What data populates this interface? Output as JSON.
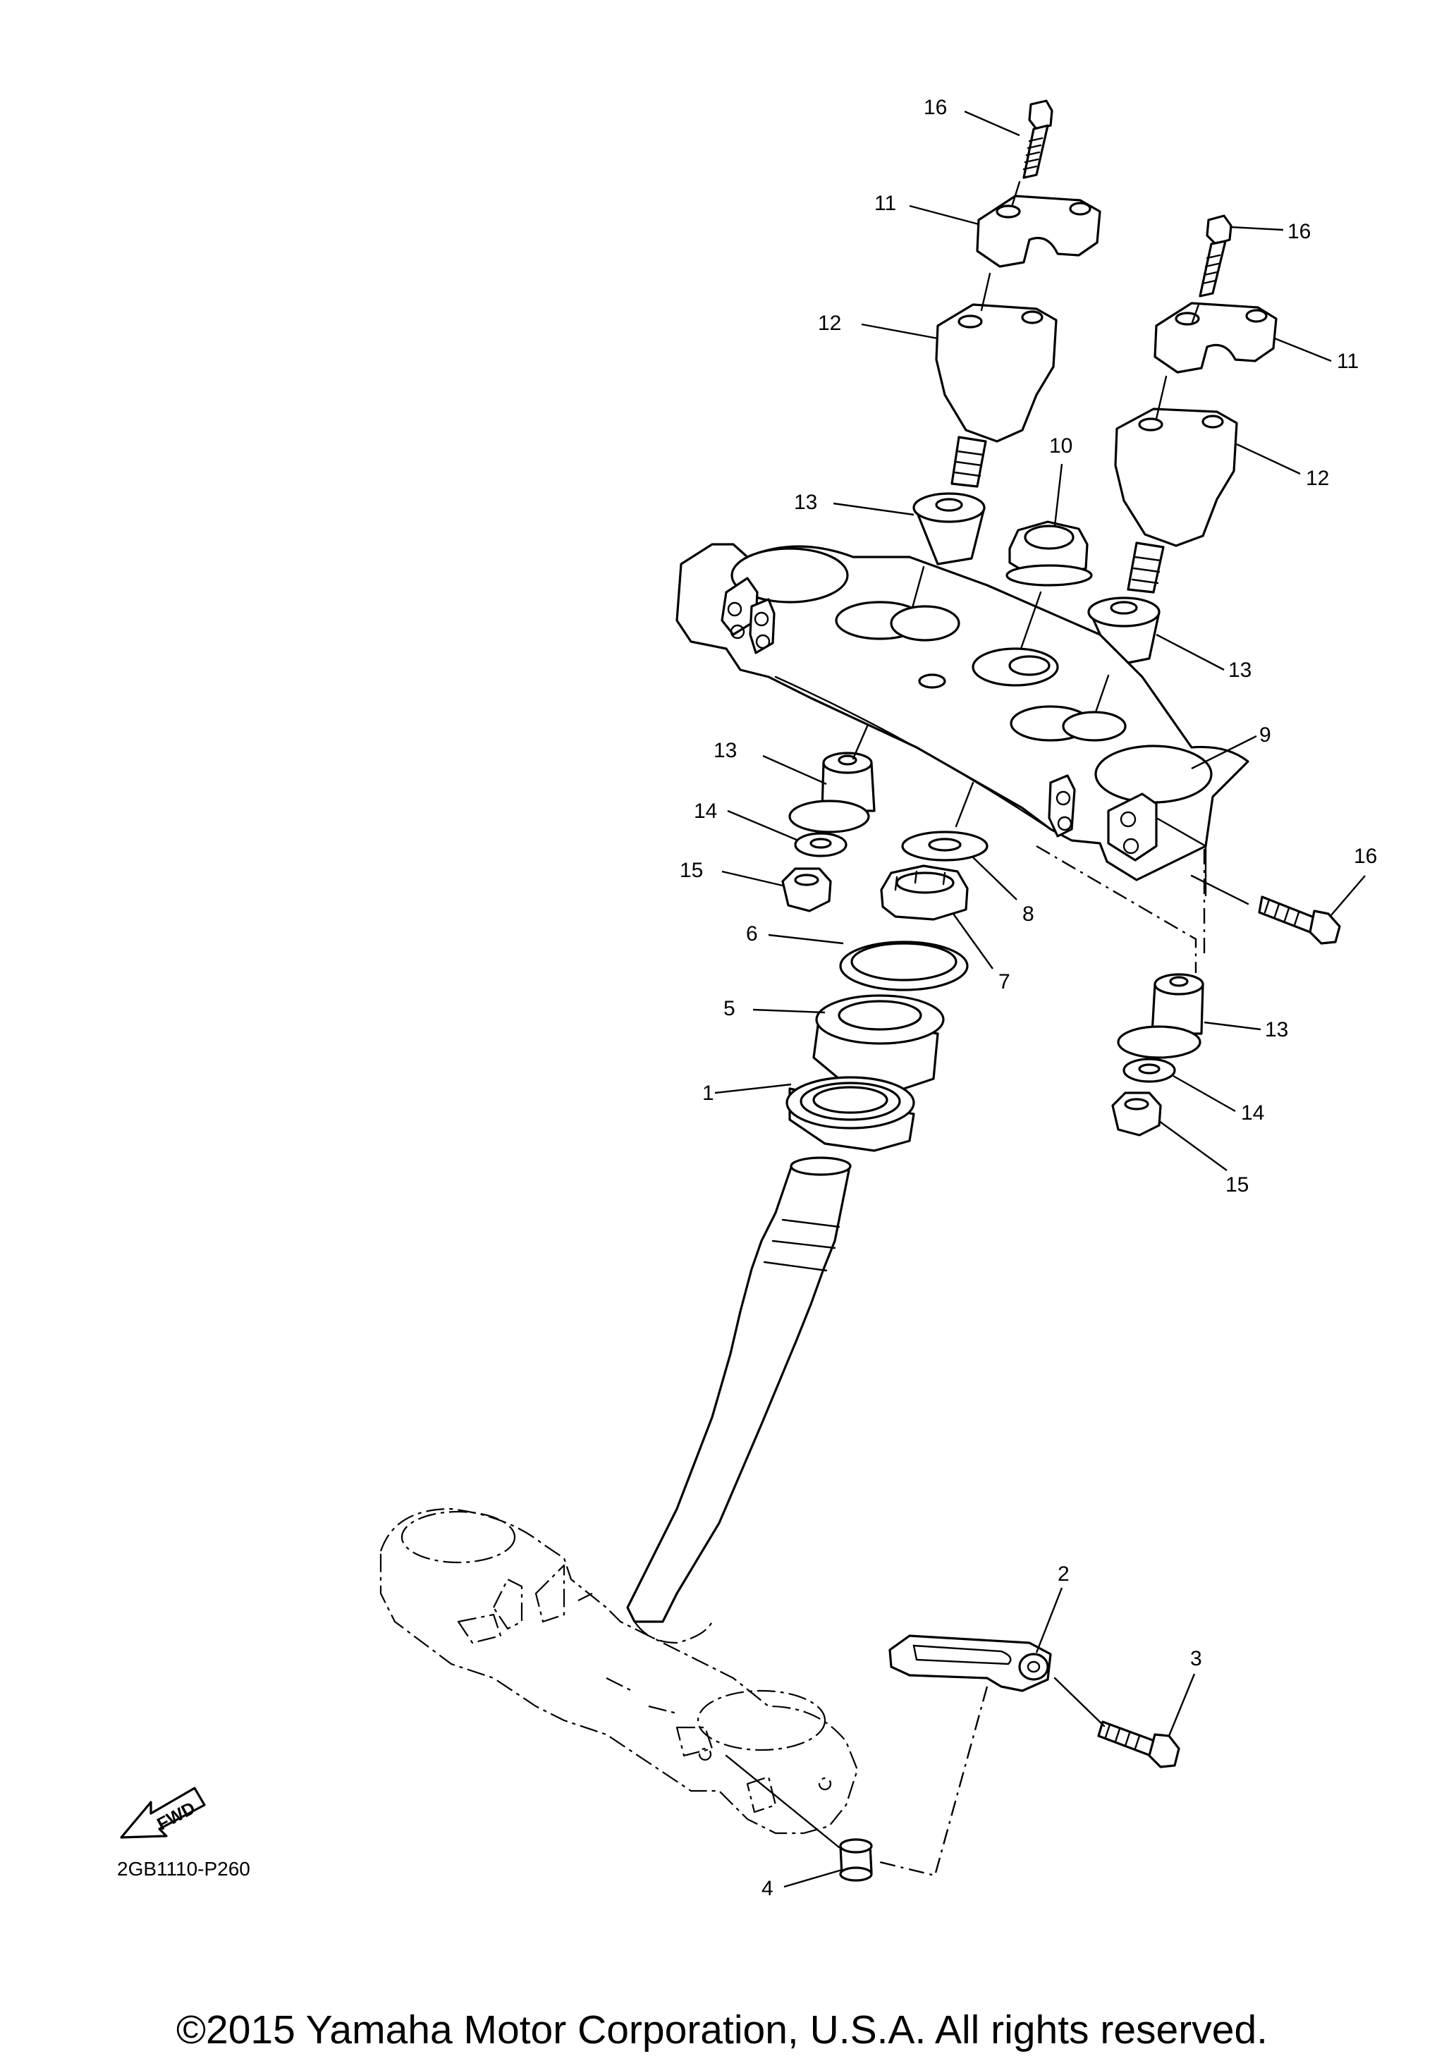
{
  "diagram": {
    "diagram_code": "2GB1110-P260",
    "fwd_label": "FWD",
    "callouts": {
      "c1": "1",
      "c2": "2",
      "c3": "3",
      "c4": "4",
      "c5": "5",
      "c6": "6",
      "c7": "7",
      "c8": "8",
      "c9": "9",
      "c10": "10",
      "c11a": "11",
      "c11b": "11",
      "c12a": "12",
      "c12b": "12",
      "c13a": "13",
      "c13b": "13",
      "c13c": "13",
      "c13d": "13",
      "c14a": "14",
      "c14b": "14",
      "c15a": "15",
      "c15b": "15",
      "c16a": "16",
      "c16b": "16",
      "c16c": "16"
    }
  },
  "copyright": "©2015 Yamaha Motor Corporation, U.S.A. All rights reserved."
}
